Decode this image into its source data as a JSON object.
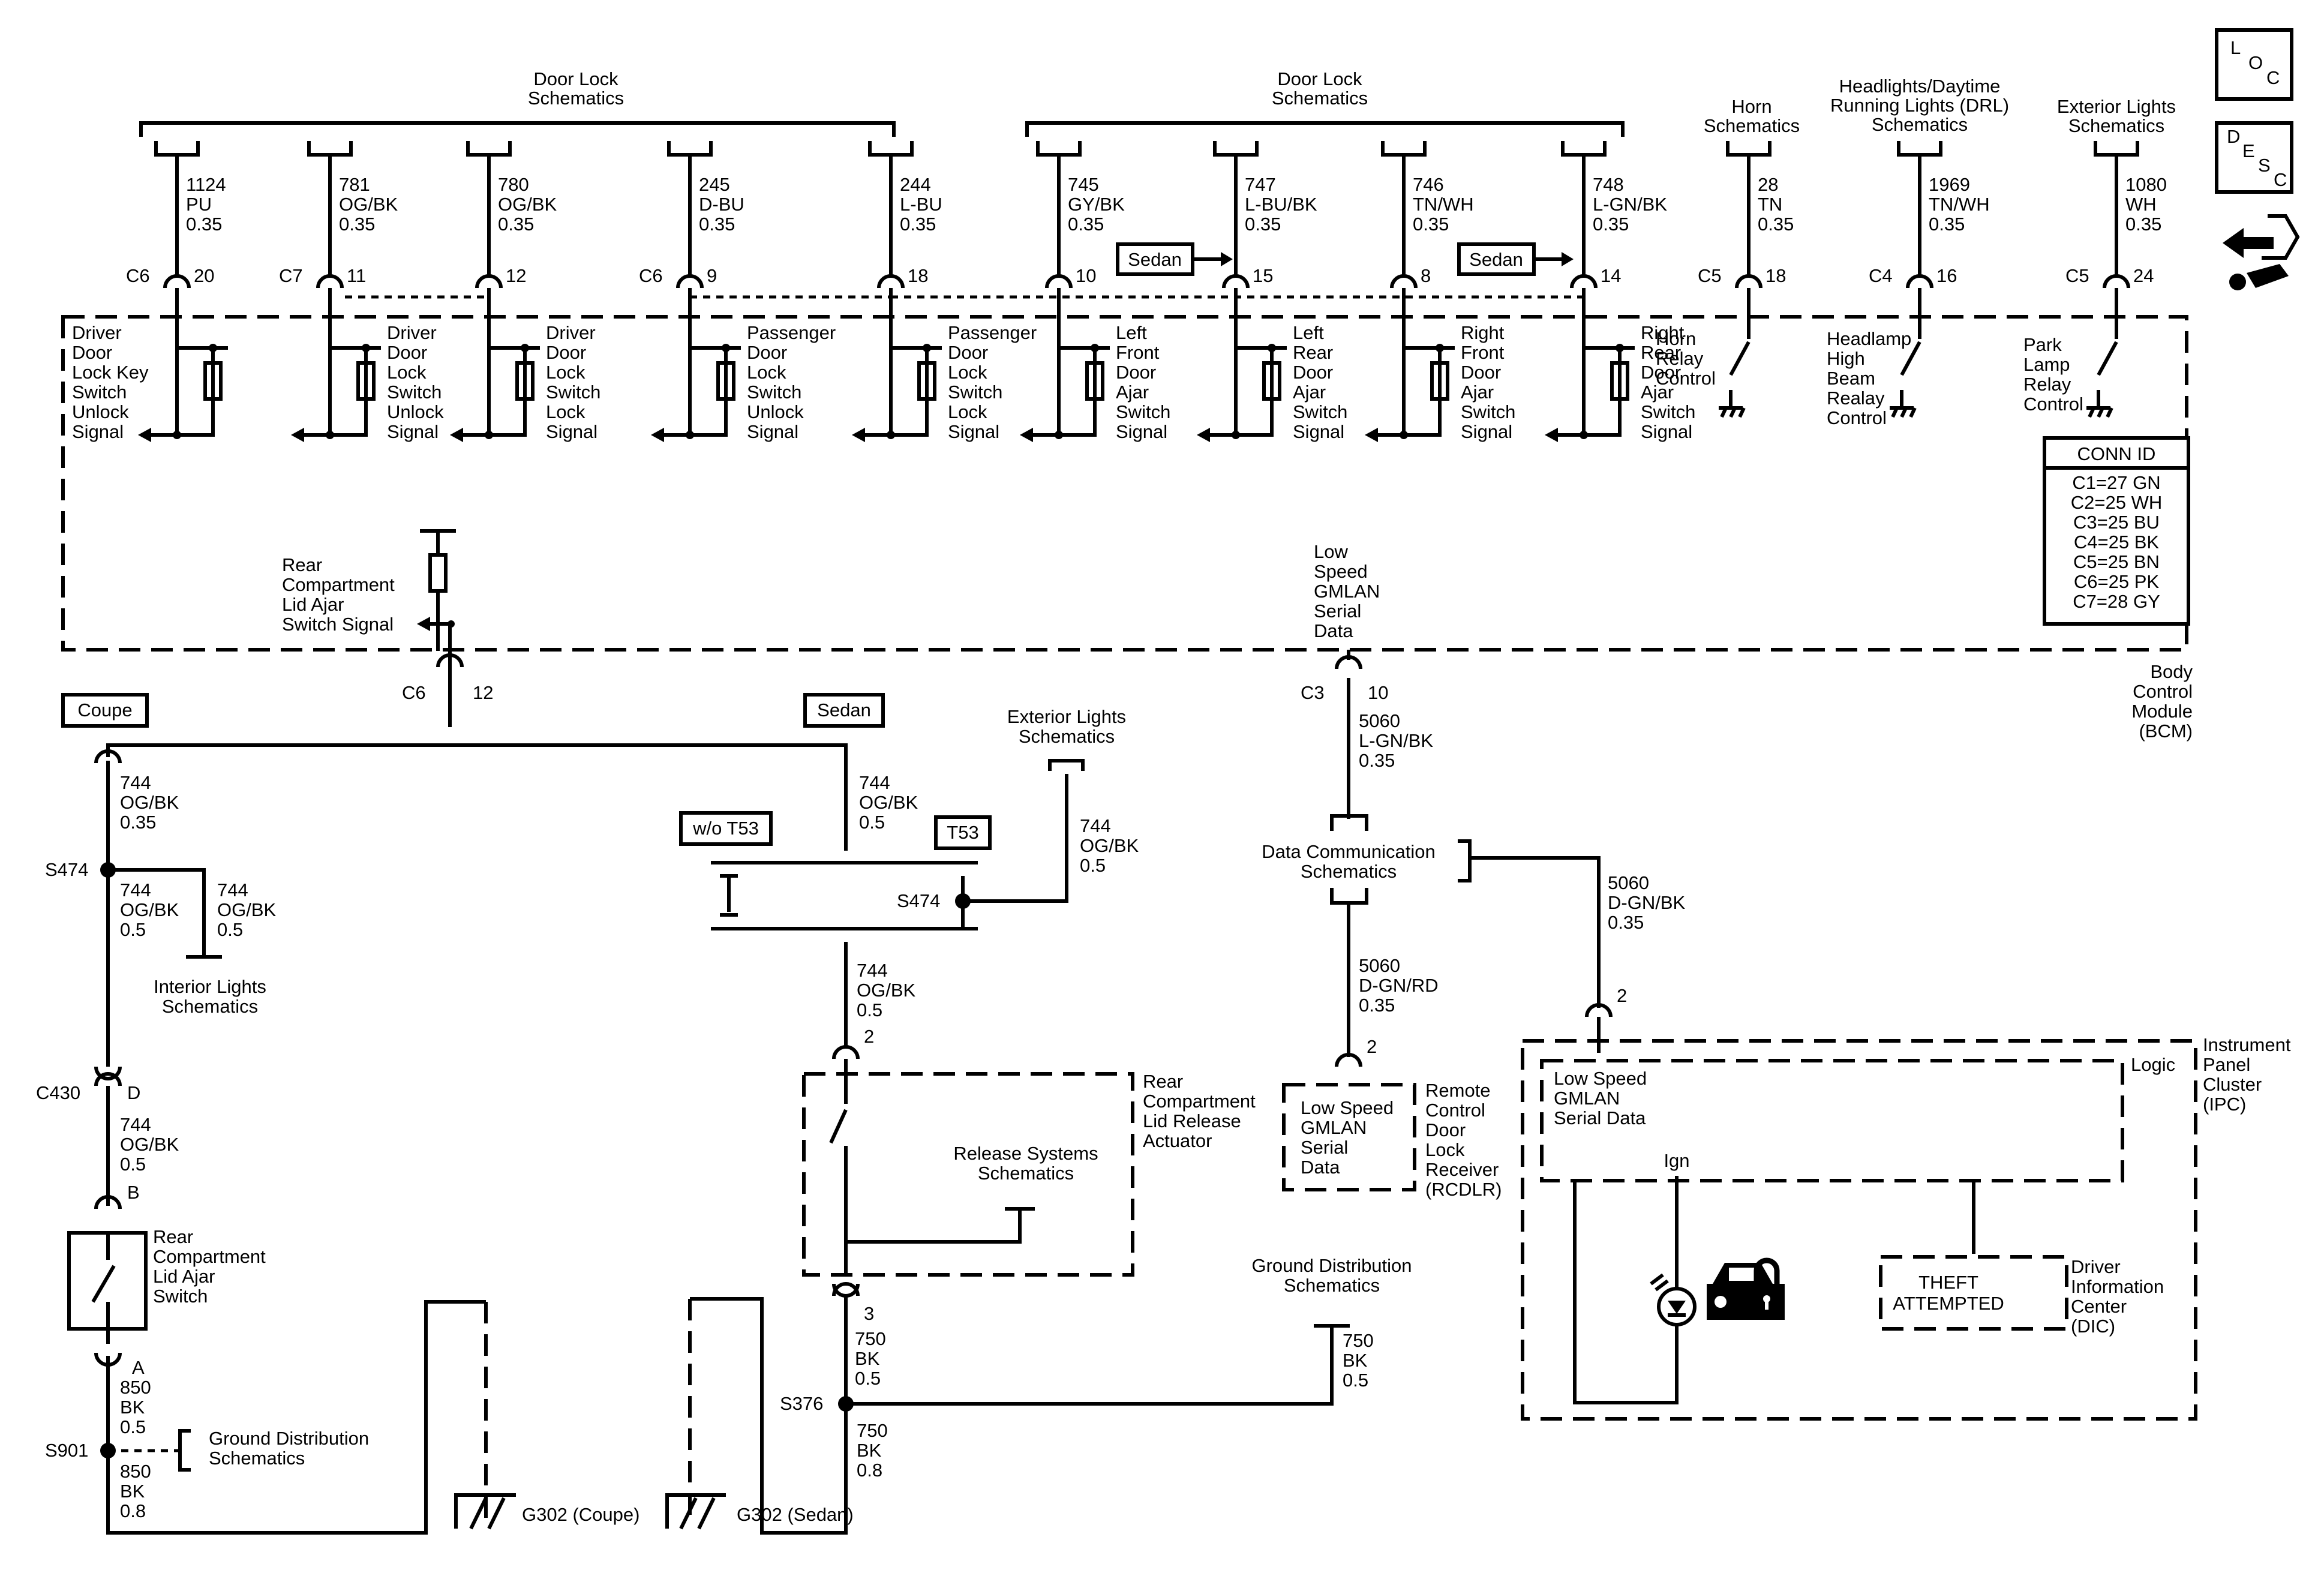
{
  "headers": {
    "door_lock_1": [
      "Door Lock",
      "Schematics"
    ],
    "door_lock_2": [
      "Door Lock",
      "Schematics"
    ],
    "horn": [
      "Horn",
      "Schematics"
    ],
    "headlights": [
      "Headlights/Daytime",
      "Running Lights (DRL)",
      "Schematics"
    ],
    "exterior_lights": [
      "Exterior Lights",
      "Schematics"
    ]
  },
  "top_wires": [
    {
      "circuit": "1124",
      "color": "PU",
      "gauge": "0.35",
      "conn": "C6",
      "pin": "20",
      "label": [
        "Driver",
        "Door",
        "Lock Key",
        "Switch",
        "Unlock",
        "Signal"
      ]
    },
    {
      "circuit": "781",
      "color": "OG/BK",
      "gauge": "0.35",
      "conn": "C7",
      "pin": "11",
      "label": [
        "Driver",
        "Door",
        "Lock",
        "Switch",
        "Unlock",
        "Signal"
      ]
    },
    {
      "circuit": "780",
      "color": "OG/BK",
      "gauge": "0.35",
      "conn": "",
      "pin": "12",
      "label": [
        "Driver",
        "Door",
        "Lock",
        "Switch",
        "Lock",
        "Signal"
      ]
    },
    {
      "circuit": "245",
      "color": "D-BU",
      "gauge": "0.35",
      "conn": "C6",
      "pin": "9",
      "label": [
        "Passenger",
        "Door",
        "Lock",
        "Switch",
        "Unlock",
        "Signal"
      ]
    },
    {
      "circuit": "244",
      "color": "L-BU",
      "gauge": "0.35",
      "conn": "",
      "pin": "18",
      "label": [
        "Passenger",
        "Door",
        "Lock",
        "Switch",
        "Lock",
        "Signal"
      ]
    },
    {
      "circuit": "745",
      "color": "GY/BK",
      "gauge": "0.35",
      "conn": "",
      "pin": "10",
      "label": [
        "Left",
        "Front",
        "Door",
        "Ajar",
        "Switch",
        "Signal"
      ]
    },
    {
      "circuit": "747",
      "color": "L-BU/BK",
      "gauge": "0.35",
      "conn": "",
      "pin": "15",
      "label": [
        "Left",
        "Rear",
        "Door",
        "Ajar",
        "Switch",
        "Signal"
      ]
    },
    {
      "circuit": "746",
      "color": "TN/WH",
      "gauge": "0.35",
      "conn": "",
      "pin": "8",
      "label": [
        "Right",
        "Front",
        "Door",
        "Ajar",
        "Switch",
        "Signal"
      ]
    },
    {
      "circuit": "748",
      "color": "L-GN/BK",
      "gauge": "0.35",
      "conn": "",
      "pin": "14",
      "label": [
        "Right",
        "Rear",
        "Door",
        "Ajar",
        "Switch",
        "Signal"
      ]
    },
    {
      "circuit": "28",
      "color": "TN",
      "gauge": "0.35",
      "conn": "C5",
      "pin": "18",
      "label": [
        "Horn",
        "Relay",
        "Control"
      ]
    },
    {
      "circuit": "1969",
      "color": "TN/WH",
      "gauge": "0.35",
      "conn": "C4",
      "pin": "16",
      "label": [
        "Headlamp",
        "High",
        "Beam",
        "Realay",
        "Control"
      ]
    },
    {
      "circuit": "1080",
      "color": "WH",
      "gauge": "0.35",
      "conn": "C5",
      "pin": "24",
      "label": [
        "Park",
        "Lamp",
        "Relay",
        "Control"
      ]
    }
  ],
  "sedan_tag": "Sedan",
  "coupe_tag": "Coupe",
  "wo_t53_tag": "w/o T53",
  "t53_tag": "T53",
  "conn_id": {
    "title": "CONN ID",
    "rows": [
      "C1=27 GN",
      "C2=25 WH",
      "C3=25 BU",
      "C4=25 BK",
      "C5=25 BN",
      "C6=25 PK",
      "C7=28 GY"
    ]
  },
  "bcm": {
    "label": [
      "Body",
      "Control",
      "Module",
      "(BCM)"
    ],
    "rear_ajar": [
      "Rear",
      "Compartment",
      "Lid Ajar",
      "Switch Signal"
    ],
    "gmlan": [
      "Low",
      "Speed",
      "GMLAN",
      "Serial",
      "Data"
    ],
    "c6_conn": "C6",
    "c6_pin": "12",
    "c3_conn": "C3",
    "c3_pin": "10"
  },
  "left": {
    "w1": [
      "744",
      "OG/BK",
      "0.35"
    ],
    "splice_s474": "S474",
    "w2": [
      "744",
      "OG/BK",
      "0.5"
    ],
    "w3": [
      "744",
      "OG/BK",
      "0.5"
    ],
    "interior": [
      "Interior Lights",
      "Schematics"
    ],
    "c430": "C430",
    "c430_pin": "D",
    "w4": [
      "744",
      "OG/BK",
      "0.5"
    ],
    "pin_b": "B",
    "switch_label": [
      "Rear",
      "Compartment",
      "Lid Ajar",
      "Switch"
    ],
    "pin_a": "A",
    "w5": [
      "850",
      "BK",
      "0.5"
    ],
    "s901": "S901",
    "gd": [
      "Ground Distribution",
      "Schematics"
    ],
    "w6": [
      "850",
      "BK",
      "0.8"
    ],
    "g302c": "G302 (Coupe)"
  },
  "mid": {
    "w1": [
      "744",
      "OG/BK",
      "0.5"
    ],
    "ext": [
      "Exterior Lights",
      "Schematics"
    ],
    "w_ext": [
      "744",
      "OG/BK",
      "0.5"
    ],
    "s474": "S474",
    "w2": [
      "744",
      "OG/BK",
      "0.5"
    ],
    "pin2": "2",
    "actuator": [
      "Rear",
      "Compartment",
      "Lid Release",
      "Actuator"
    ],
    "release": [
      "Release Systems",
      "Schematics"
    ],
    "pin3": "3",
    "w3": [
      "750",
      "BK",
      "0.5"
    ],
    "s376": "S376",
    "w4": [
      "750",
      "BK",
      "0.8"
    ],
    "g302s": "G302 (Sedan)",
    "gd": [
      "Ground Distribution",
      "Schematics"
    ],
    "w5": [
      "750",
      "BK",
      "0.5"
    ]
  },
  "right": {
    "w1": [
      "5060",
      "L-GN/BK",
      "0.35"
    ],
    "dcs": [
      "Data Communication",
      "Schematics"
    ],
    "w2": [
      "5060",
      "D-GN/RD",
      "0.35"
    ],
    "w3": [
      "5060",
      "D-GN/BK",
      "0.35"
    ],
    "pin_r": "2",
    "pin_i": "2",
    "rcdlr_inner": [
      "Low Speed",
      "GMLAN",
      "Serial",
      "Data"
    ],
    "rcdlr": [
      "Remote",
      "Control",
      "Door",
      "Lock",
      "Receiver",
      "(RCDLR)"
    ],
    "ipc_logic": "Logic",
    "ipc_gmlan": [
      "Low Speed",
      "GMLAN",
      "Serial Data"
    ],
    "ign": "Ign",
    "theft": [
      "THEFT",
      "ATTEMPTED"
    ],
    "dic": [
      "Driver",
      "Information",
      "Center",
      "(DIC)"
    ],
    "ipc": [
      "Instrument",
      "Panel",
      "Cluster",
      "(IPC)"
    ]
  },
  "corner_icons": {
    "loc": [
      "L",
      "O",
      "C"
    ],
    "desc": [
      "D",
      "E",
      "S",
      "C"
    ]
  }
}
